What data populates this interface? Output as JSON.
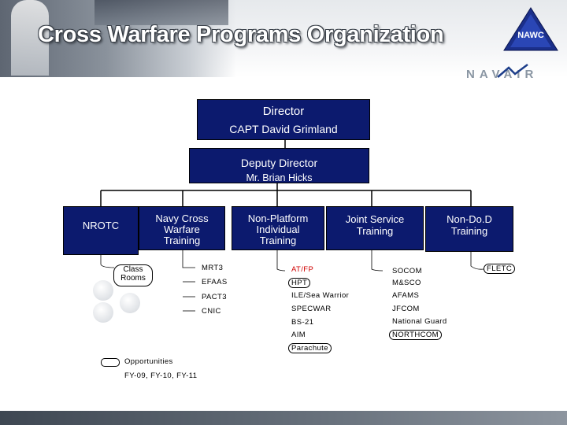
{
  "header": {
    "title": "Cross Warfare Programs Organization",
    "nawc_logo_text": "NAWC",
    "navair_logo_text": "NAVAIR"
  },
  "director": {
    "title": "Director",
    "name": "CAPT David Grimland"
  },
  "deputy": {
    "title": "Deputy Director",
    "name": "Mr. Brian Hicks"
  },
  "columns": {
    "nrotc": "NROTC",
    "navy_cross": [
      "Navy Cross",
      "Warfare",
      "Training"
    ],
    "non_platform": [
      "Non-Platform",
      "Individual",
      "Training"
    ],
    "joint_service": [
      "Joint Service",
      "Training"
    ],
    "non_dod": [
      "Non-Do.D",
      "Training"
    ]
  },
  "nrotc_items": [
    "Class",
    "Rooms"
  ],
  "navy_cross_items": [
    "MRT3",
    "EFAAS",
    "PACT3",
    "CNIC"
  ],
  "non_platform_items": [
    "AT/FP",
    "HPT",
    "ILE/Sea Warrior",
    "SPECWAR",
    "BS-21",
    "AIM",
    "Parachute"
  ],
  "joint_service_items": [
    "SOCOM",
    "M&SCO",
    "AFAMS",
    "JFCOM",
    "National Guard",
    "NORTHCOM"
  ],
  "non_dod_items": [
    "FLETC"
  ],
  "legend": {
    "label": "Opportunities",
    "years": "FY-09, FY-10, FY-11"
  },
  "colors": {
    "box_fill": "#0c1a6e",
    "highlight_text": "#d00000"
  }
}
